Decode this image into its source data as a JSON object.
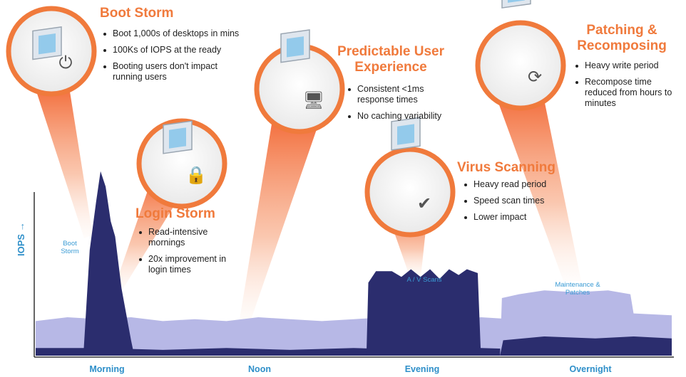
{
  "chart_data": {
    "type": "area",
    "title": "",
    "xlabel": "",
    "ylabel": "IOPS",
    "ylabel_arrow": "→",
    "categories": [
      "Morning",
      "Noon",
      "Evening",
      "Overnight"
    ],
    "x_domain": [
      0,
      100
    ],
    "y_domain": [
      0,
      100
    ],
    "series": [
      {
        "name": "baseline-read",
        "color": "#b7b8e6",
        "points": [
          [
            0,
            18
          ],
          [
            5,
            20
          ],
          [
            10,
            19
          ],
          [
            15,
            20
          ],
          [
            20,
            18
          ],
          [
            25,
            19
          ],
          [
            30,
            18
          ],
          [
            35,
            20
          ],
          [
            40,
            19
          ],
          [
            45,
            18
          ],
          [
            50,
            19
          ],
          [
            55,
            20
          ],
          [
            60,
            19
          ],
          [
            65,
            18
          ],
          [
            70,
            20
          ],
          [
            75,
            19
          ],
          [
            80,
            18
          ],
          [
            85,
            19
          ],
          [
            90,
            20
          ],
          [
            95,
            18
          ],
          [
            100,
            19
          ]
        ]
      },
      {
        "name": "baseline-write",
        "color": "#2b2d6e",
        "points": [
          [
            0,
            4
          ],
          [
            10,
            4
          ],
          [
            20,
            3
          ],
          [
            30,
            4
          ],
          [
            40,
            3
          ],
          [
            50,
            4
          ],
          [
            60,
            3
          ],
          [
            70,
            4
          ],
          [
            80,
            3
          ],
          [
            90,
            4
          ],
          [
            100,
            3
          ]
        ]
      },
      {
        "name": "boot-storm",
        "color": "#2b2d6e",
        "points": [
          [
            7.5,
            0
          ],
          [
            8.5,
            55
          ],
          [
            9.5,
            80
          ],
          [
            10.2,
            96
          ],
          [
            11,
            88
          ],
          [
            11.8,
            70
          ],
          [
            12.5,
            62
          ],
          [
            13.5,
            35
          ],
          [
            15,
            8
          ],
          [
            15.5,
            0
          ]
        ]
      },
      {
        "name": "av-scans",
        "color": "#2b2d6e",
        "points": [
          [
            52,
            0
          ],
          [
            52.3,
            38
          ],
          [
            53.5,
            44
          ],
          [
            56,
            44
          ],
          [
            57.5,
            41
          ],
          [
            59,
            45
          ],
          [
            60.5,
            41
          ],
          [
            62,
            45
          ],
          [
            63.5,
            40
          ],
          [
            65,
            45
          ],
          [
            66.5,
            42
          ],
          [
            67.8,
            45
          ],
          [
            69.5,
            43
          ],
          [
            70,
            0
          ]
        ]
      },
      {
        "name": "maintenance-patches",
        "color": "#b7b8e6",
        "points": [
          [
            73,
            0
          ],
          [
            73.3,
            30
          ],
          [
            76,
            32
          ],
          [
            80,
            34
          ],
          [
            85,
            33
          ],
          [
            90,
            34
          ],
          [
            93.5,
            32
          ],
          [
            94,
            22
          ],
          [
            100,
            21
          ],
          [
            100,
            0
          ]
        ]
      },
      {
        "name": "maintenance-write",
        "color": "#2b2d6e",
        "points": [
          [
            73,
            0
          ],
          [
            73.5,
            8
          ],
          [
            80,
            10
          ],
          [
            88,
            9
          ],
          [
            94,
            10
          ],
          [
            100,
            9
          ],
          [
            100,
            0
          ]
        ]
      }
    ],
    "annotations": [
      {
        "text": "Boot Storm",
        "x": 8
      },
      {
        "text": "A / V Scans",
        "x": 61
      },
      {
        "text": "Maintenance & Patches",
        "x": 85
      }
    ]
  },
  "callouts": [
    {
      "id": "boot-storm",
      "title": "Boot Storm",
      "icon": "power-icon",
      "bullets": [
        "Boot 1,000s of desktops in mins",
        "100Ks of IOPS at the ready",
        "Booting users don't impact running users"
      ]
    },
    {
      "id": "login-storm",
      "title": "Login Storm",
      "icon": "lock-icon",
      "bullets": [
        "Read-intensive mornings",
        "20x improvement in login times"
      ]
    },
    {
      "id": "predictable-ux",
      "title": "Predictable User Experience",
      "icon": "monitor-users-icon",
      "bullets": [
        "Consistent <1ms response times",
        "No caching variability"
      ]
    },
    {
      "id": "virus-scanning",
      "title": "Virus Scanning",
      "icon": "shield-check-icon",
      "bullets": [
        "Heavy read period",
        "Speed scan times",
        "Lower impact"
      ]
    },
    {
      "id": "patching",
      "title": "Patching & Recomposing",
      "icon": "refresh-icon",
      "bullets": [
        "Heavy write period",
        "Recompose time reduced from hours to minutes"
      ]
    }
  ],
  "colors": {
    "accent": "#f07a3c",
    "axis_label": "#2e8fc9",
    "light_area": "#b7b8e6",
    "dark_area": "#2b2d6e"
  }
}
